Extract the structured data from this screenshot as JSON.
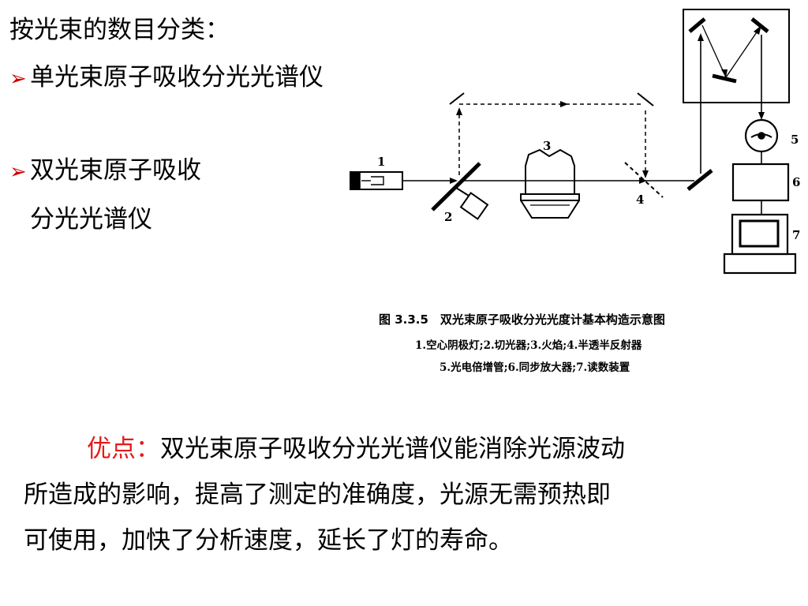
{
  "heading": "按光束的数目分类：",
  "bullets": [
    {
      "text": "单光束原子吸收分光光谱仪"
    },
    {
      "line1": "双光束原子吸收",
      "line2": "分光光谱仪"
    }
  ],
  "bullet_icon": "right-arrow-icon",
  "accent_color": "#e41a1a",
  "diagram": {
    "labels": [
      "1",
      "2",
      "3",
      "4",
      "5",
      "6",
      "7"
    ],
    "caption_title": "图 3.3.5　双光束原子吸收分光光度计基本构造示意图",
    "caption_line1": "1.空心阴极灯;2.切光器;3.火焰;4.半透半反射器",
    "caption_line2": "5.光电倍增管;6.同步放大器;7.读数装置"
  },
  "paragraph": {
    "label": "优点：",
    "line1": "双光束原子吸收分光光谱仪能消除光源波动",
    "line2": "所造成的影响，提高了测定的准确度，光源无需预热即",
    "line3": "可使用，加快了分析速度，延长了灯的寿命。"
  }
}
